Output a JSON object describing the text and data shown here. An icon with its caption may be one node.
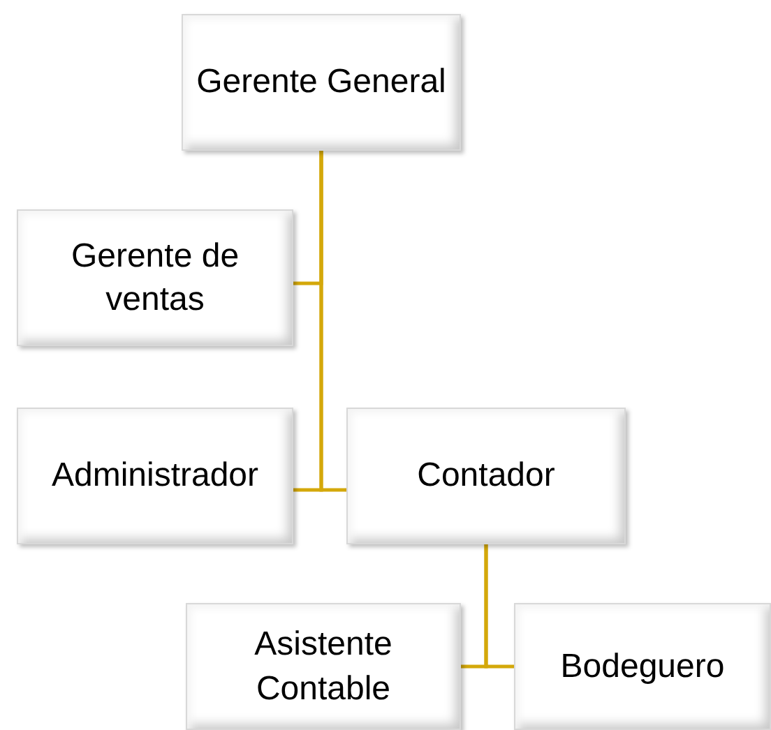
{
  "diagram": {
    "nodes": [
      {
        "text": [
          "Gerente General"
        ]
      },
      {
        "text": [
          "Gerente de ventas"
        ]
      },
      {
        "text": [
          "Administrador"
        ]
      },
      {
        "text": [
          "Contador"
        ]
      },
      {
        "text": [
          "Asistente Contable"
        ]
      },
      {
        "text": [
          "Bodeguero"
        ]
      }
    ],
    "edges": [
      {
        "from": 0,
        "to": 1,
        "arrow": "none"
      },
      {
        "from": 0,
        "to": 2,
        "arrow": "none"
      },
      {
        "from": 0,
        "to": 3,
        "arrow": "none"
      },
      {
        "from": 3,
        "to": 4,
        "arrow": "none"
      },
      {
        "from": 3,
        "to": 5,
        "arrow": "none"
      }
    ]
  }
}
